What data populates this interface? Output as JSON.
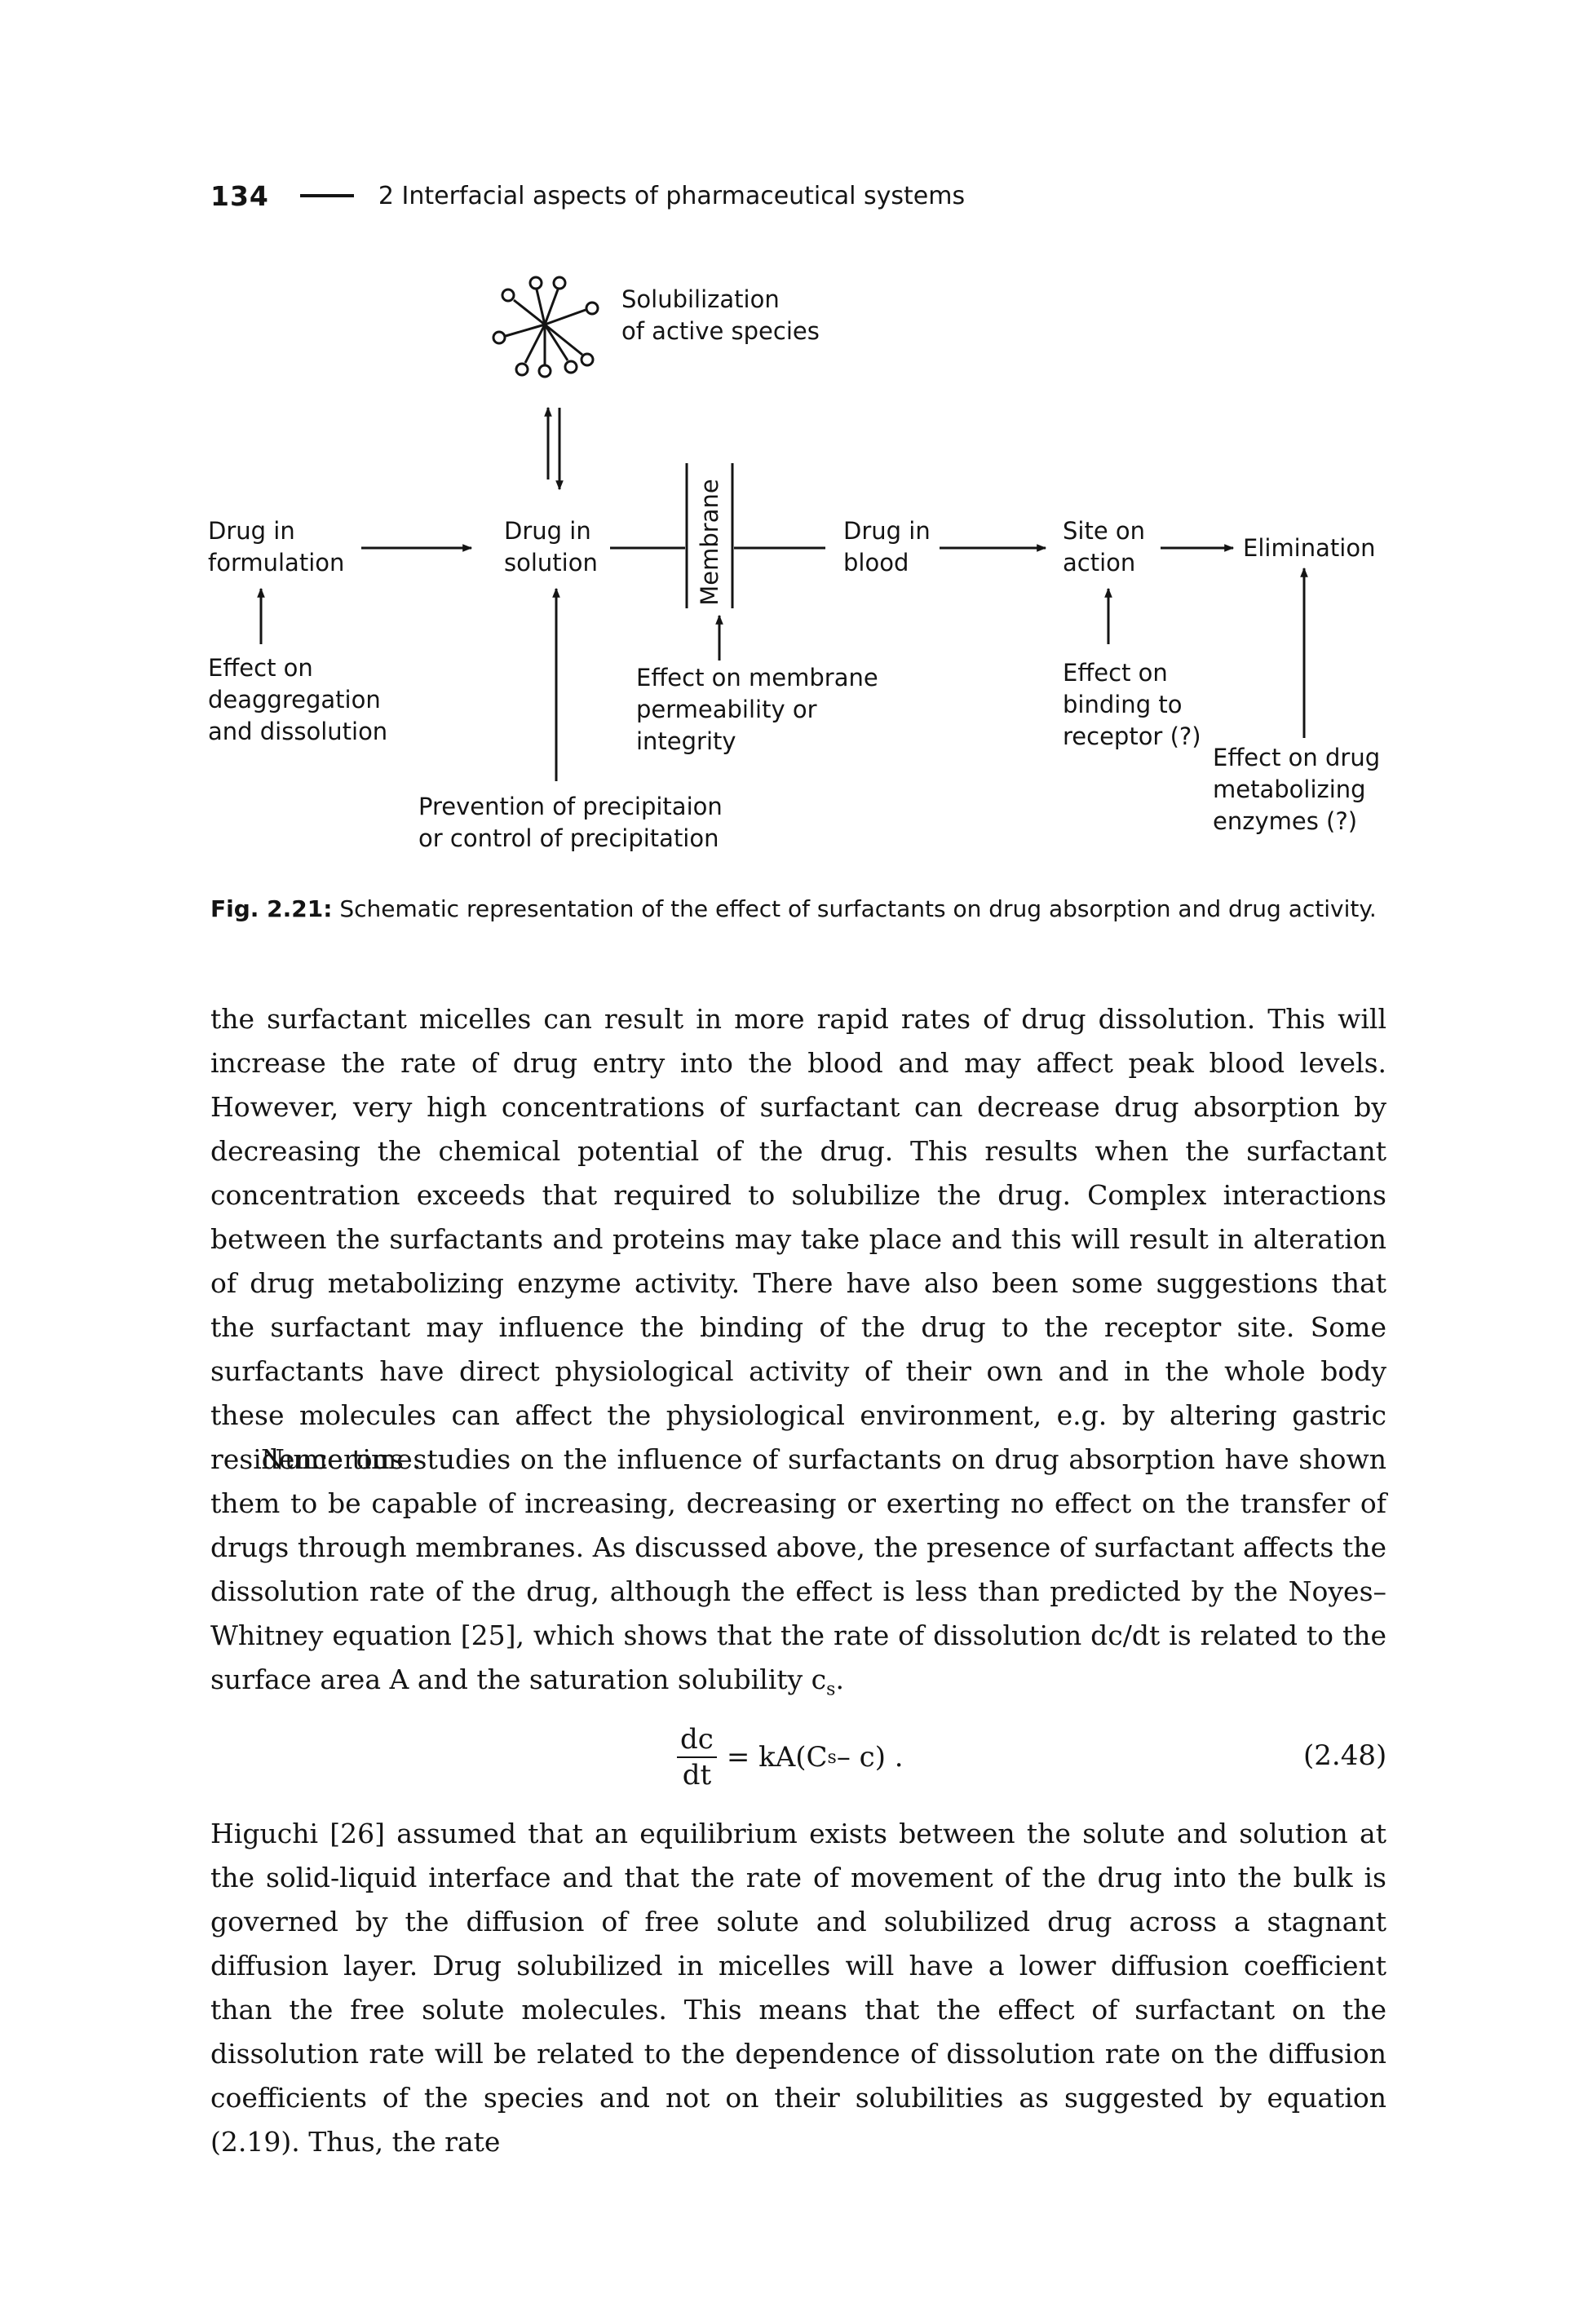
{
  "header": {
    "page_number": "134",
    "running_title": "2 Interfacial aspects of pharmaceutical systems"
  },
  "figure": {
    "nodes": {
      "solubilization": "Solubilization\nof active species",
      "drug_in_formulation": "Drug in\nformulation",
      "drug_in_solution": "Drug in\nsolution",
      "membrane": "Membrane",
      "drug_in_blood": "Drug in\nblood",
      "site_on_action": "Site on\naction",
      "elimination": "Elimination",
      "effect_deaggregation": "Effect on\ndeaggregation\nand dissolution",
      "effect_membrane": "Effect on membrane\npermeability or\nintegrity",
      "effect_binding": "Effect on\nbinding to\nreceptor (?)",
      "effect_metabolizing": "Effect on drug\nmetabolizing\nenzymes (?)",
      "prevention": "Prevention of precipitaion\nor control of precipitation"
    },
    "caption_label": "Fig. 2.21:",
    "caption_text": "Schematic representation of the effect of surfactants on drug absorption and drug activity."
  },
  "text": {
    "p1": "the surfactant micelles can result in more rapid rates of drug dissolution. This will increase the rate of drug entry into the blood and may affect peak blood levels. However, very high concentrations of surfactant can decrease drug absorption by decreasing the chemical potential of the drug. This results when the surfactant concentration exceeds that required to solubilize the drug. Complex interactions between the surfactants and proteins may take place and this will result in alteration of drug metabolizing enzyme activity. There have also been some suggestions that the surfactant may influence the binding of the drug to the receptor site. Some surfactants have direct physiological activity of their own and in the whole body these molecules can affect the physiological environment, e.g. by altering gastric residence time.",
    "p2": "Numerous studies on the influence of surfactants on drug absorption have shown them to be capable of increasing, decreasing or exerting no effect on the transfer of drugs through membranes. As discussed above, the presence of surfactant affects the dissolution rate of the drug, although the effect is less than predicted by the Noyes–Whitney equation [25], which shows that the rate of dissolution dc/dt is related to the surface area A and the saturation solubility c",
    "p2_sub": "s",
    "p2_end": ".",
    "p3": "Higuchi [26] assumed that an equilibrium exists between the solute and solution at the solid-liquid interface and that the rate of movement of the drug into the bulk is governed by the diffusion of free solute and solubilized drug across a stagnant diffusion layer. Drug solubilized in micelles will have a lower diffusion coefficient than the free solute molecules. This means that the effect of surfactant on the dissolution rate will be related to the dependence of dissolution rate on the diffusion coefficients of the species and not on their solubilities as suggested by equation (2.19). Thus, the rate"
  },
  "equation": {
    "numerator": "dc",
    "denominator": "dt",
    "rhs_before_sub": "= kA(C",
    "rhs_sub": "s",
    "rhs_after_sub": " – c) .",
    "number": "(2.48)"
  }
}
